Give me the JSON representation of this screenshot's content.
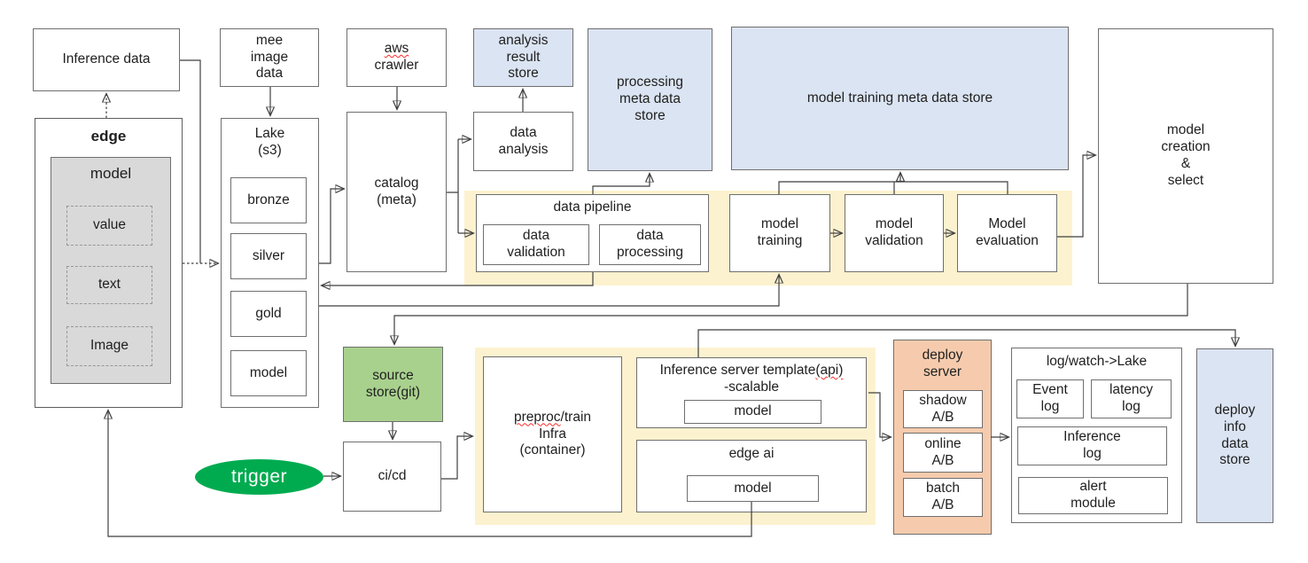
{
  "colors": {
    "store_blue": "#dbe4f2",
    "pipeline_yellow": "#fdf2cf",
    "git_green": "#a9d18e",
    "trigger_green": "#00ab50",
    "deploy_orange": "#f6cbad",
    "model_gray": "#d9d9d9",
    "connector": "#3f3f3f",
    "spellcheck_red": "#ff2a2a"
  },
  "nodes": {
    "inference_data": "Inference data",
    "mee_image_data": "mee\nimage\ndata",
    "aws_crawler": {
      "brand": "aws",
      "rest": "crawler"
    },
    "analysis_result_store": "analysis\nresult\nstore",
    "processing_meta_store": "processing\nmeta data\nstore",
    "model_training_meta_store": "model training meta data store",
    "model_creation_select": "model\ncreation\n&\nselect",
    "edge_device": {
      "title": "edge",
      "model": {
        "title": "model",
        "slots": [
          "value",
          "text",
          "Image"
        ]
      }
    },
    "lake": {
      "title": "Lake\n(s3)",
      "layers": [
        "bronze",
        "silver",
        "gold",
        "model"
      ]
    },
    "catalog": "catalog\n(meta)",
    "data_analysis": "data\nanalysis",
    "data_pipeline": {
      "title": "data pipeline",
      "steps": [
        "data\nvalidation",
        "data\nprocessing"
      ]
    },
    "model_training": "model\ntraining",
    "model_validation": "model\nvalidation",
    "model_evaluation": "Model\nevaluation",
    "source_store": "source\nstore(git)",
    "trigger": "trigger",
    "ci_cd": "ci/cd",
    "train_infra": {
      "misspelled": "preproc",
      "rest": "/train",
      "line2": "Infra",
      "line3": "(container)"
    },
    "inference_server": {
      "pre": "Inference server template",
      "api": "(api)",
      "line2": "-scalable",
      "model": "model"
    },
    "edge_ai": {
      "title": "edge ai",
      "model": "model"
    },
    "deploy_server": {
      "title": "deploy\nserver",
      "modes": [
        "shadow\nA/B",
        "online\nA/B",
        "batch\nA/B"
      ]
    },
    "log_watch": {
      "title": "log/watch->Lake",
      "items": [
        "Event\nlog",
        "latency\nlog",
        "Inference\nlog",
        "alert\nmodule"
      ]
    },
    "deploy_info_store": "deploy\ninfo\ndata\nstore"
  }
}
